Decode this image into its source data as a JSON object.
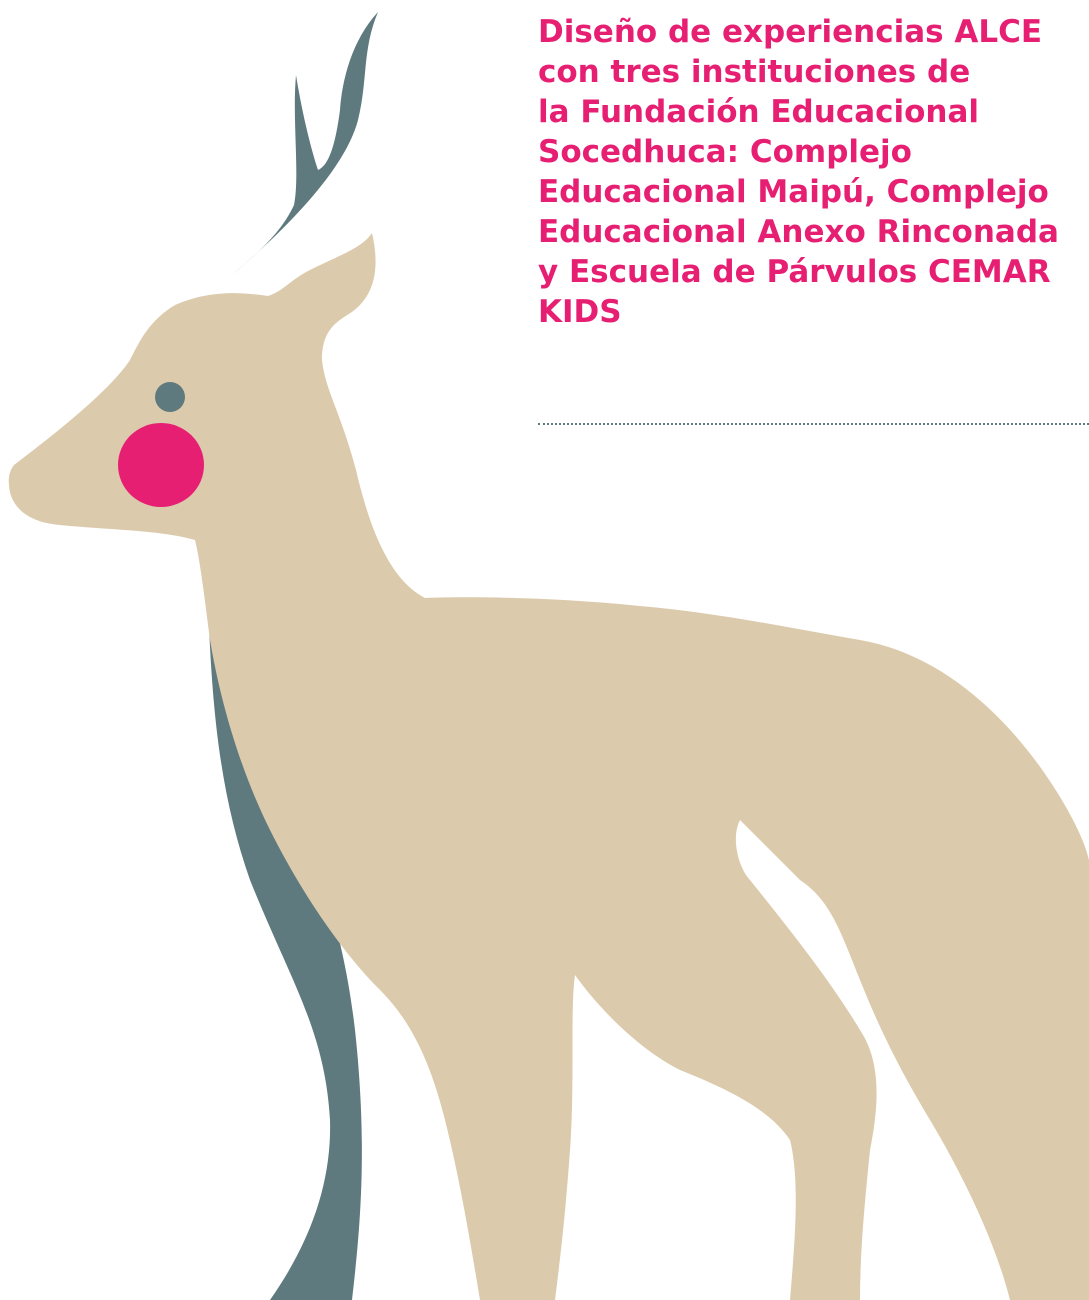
{
  "title": {
    "lines": [
      "Diseño de experiencias ALCE",
      "con tres instituciones de",
      "la Fundación Educacional",
      "Socedhuca: Complejo",
      "Educacional Maipú, Complejo",
      "Educacional Anexo Rinconada",
      "y Escuela de Párvulos CEMAR",
      "KIDS"
    ]
  },
  "colors": {
    "title": "#e61f73",
    "deer_body": "#dccaac",
    "deer_shadow": "#5f7a7e",
    "antler": "#5f7a7e",
    "eye": "#5f7a7e",
    "cheek": "#e61f73",
    "rule": "#5f7a7e",
    "background": "#ffffff"
  },
  "illustration": {
    "subject": "deer-icon"
  }
}
